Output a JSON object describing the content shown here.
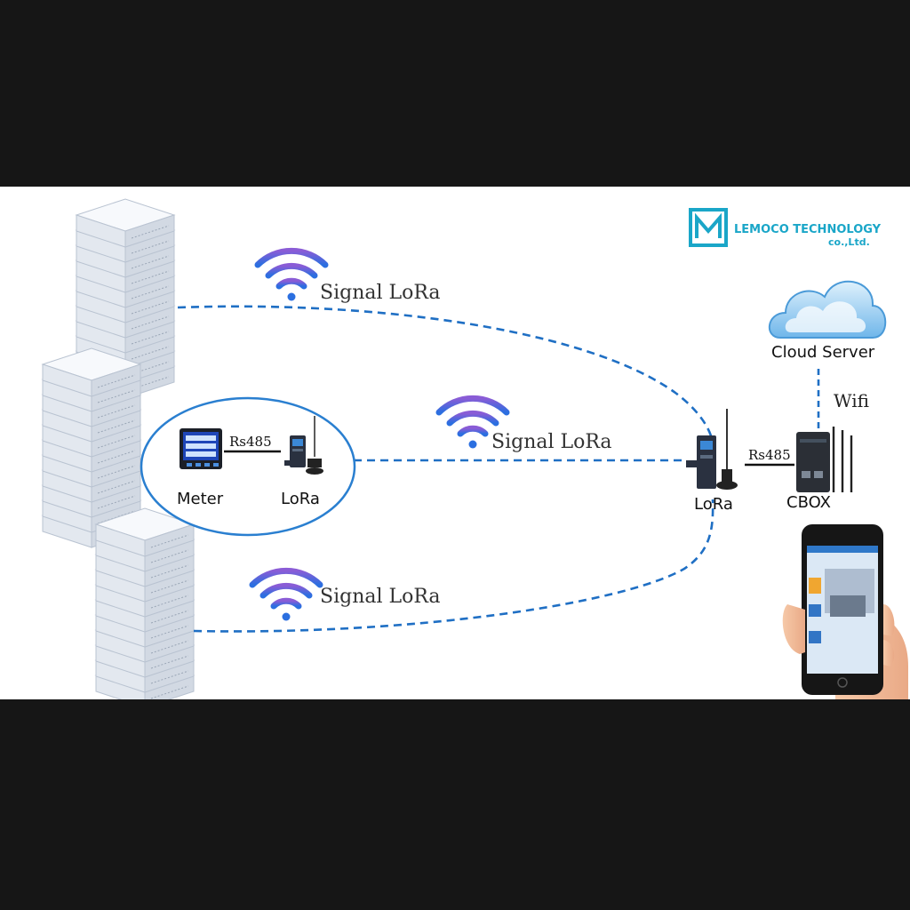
{
  "brand": {
    "name": "LEMOCO TECHNOLOGY",
    "suffix": "co.,Ltd.",
    "color": "#1aa6c8"
  },
  "labels": {
    "signal_top": "Signal LoRa",
    "signal_middle": "Signal LoRa",
    "signal_bottom": "Signal LoRa",
    "meter": "Meter",
    "lora_local": "LoRa",
    "lora_gateway": "LoRa",
    "rs485_left": "Rs485",
    "rs485_right": "Rs485",
    "cloud_server": "Cloud Server",
    "wifi": "Wifi",
    "cbox": "CBOX"
  },
  "colors": {
    "link": "#1f6fc4",
    "ellipse": "#2a7fd0",
    "wifi_top": "#8a5cd6",
    "wifi_bottom": "#2b6fe0",
    "cloud": "#6fb6ea",
    "server": "#eef1f6"
  }
}
